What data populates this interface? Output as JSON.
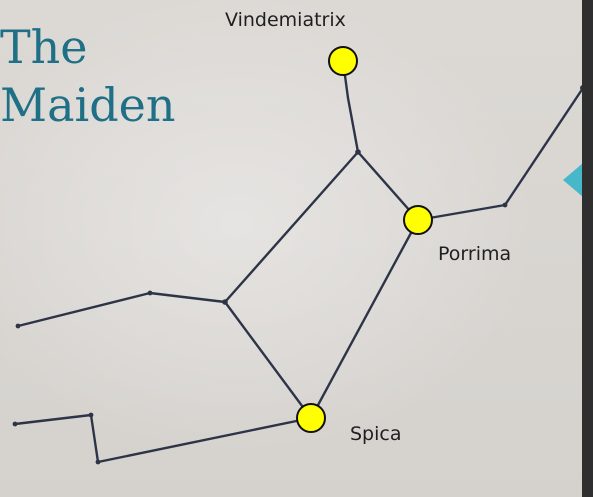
{
  "title": {
    "line1": "The",
    "line2": "Maiden"
  },
  "stars": {
    "vindemiatrix": "Vindemiatrix",
    "porrima": "Porrima",
    "spica": "Spica"
  },
  "colors": {
    "title": "#1f6f86",
    "line": "#2e3448",
    "star_fill": "#ffff00",
    "star_outline": "#111111",
    "pointer": "#47b8c9",
    "background": "#d9d6d2"
  },
  "icons": {
    "pointer": "triangle-left-icon"
  }
}
